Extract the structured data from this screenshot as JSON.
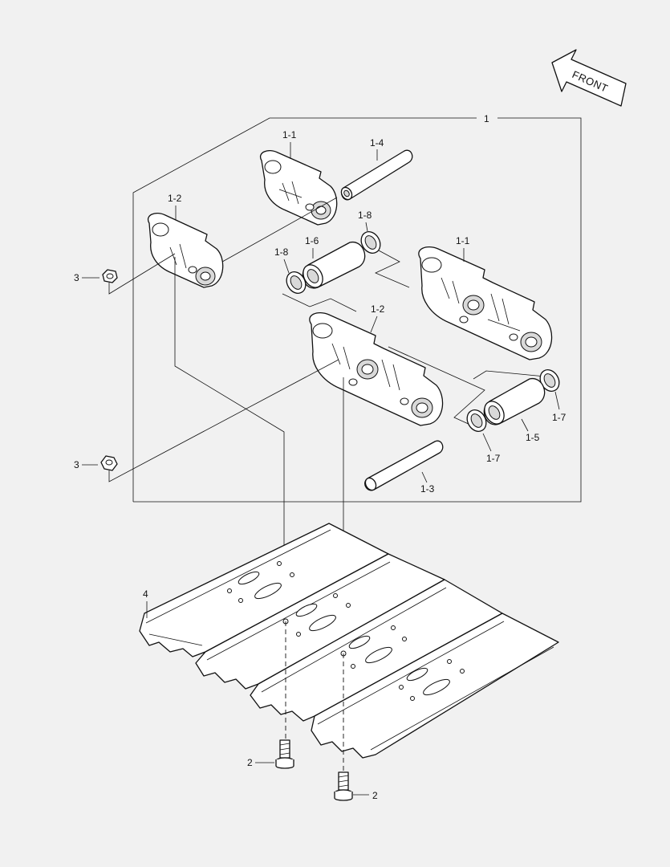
{
  "orientation": {
    "front_label": "FRONT"
  },
  "callouts": {
    "assembly": "1",
    "link_right": "1-1",
    "link_left": "1-2",
    "pin_master": "1-3",
    "pin": "1-4",
    "bushing_master": "1-5",
    "bushing": "1-6",
    "seal_master": "1-7",
    "seal": "1-8",
    "bolt": "2",
    "nut": "3",
    "shoe": "4"
  }
}
